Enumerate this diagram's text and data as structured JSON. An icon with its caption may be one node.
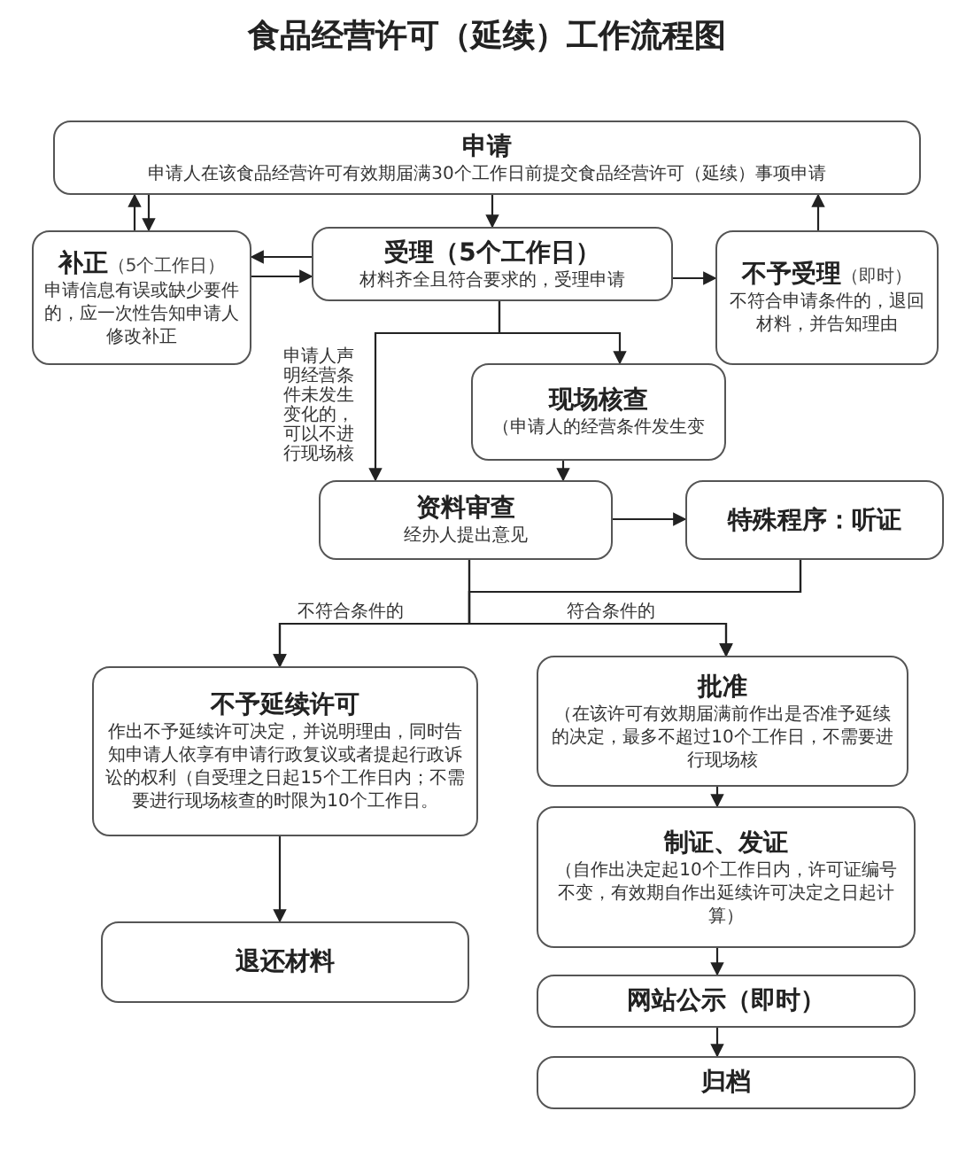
{
  "diagram": {
    "title": "食品经营许可（延续）工作流程图",
    "nodes": [
      {
        "text": [
          "申请",
          "申请人在该食品经营许可有效期届满30个工作日前提交食品经营许可（延续）事项申请"
        ]
      },
      {
        "text": [
          "补正",
          "（5个工作日）",
          "申请信息有误或缺少要件的，应一次性告知申请人修改补正"
        ]
      },
      {
        "text": [
          "受理（5个工作日）",
          "材料齐全且符合要求的，受理申请"
        ]
      },
      {
        "text": [
          "不予受理",
          "（即时）",
          "不符合申请条件的，退回材料，并告知理由"
        ]
      },
      {
        "text": [
          "现场核查",
          "（申请人的经营条件发生变"
        ]
      },
      {
        "text": [
          "资料审查",
          "经办人提出意见"
        ]
      },
      {
        "text": [
          "特殊程序：听证"
        ]
      },
      {
        "text": [
          "不予延续许可",
          "作出不予延续许可决定，并说明理由，同时告知申请人依享有申请行政复议或者提起行政诉讼的权利（自受理之日起15个工作日内；不需要进行现场核查的时限为10个工作日。"
        ]
      },
      {
        "text": [
          "批准",
          "（在该许可有效期届满前作出是否准予延续的决定，最多不超过10个工作日，不需要进行现场核"
        ]
      },
      {
        "text": [
          "制证、发证",
          "（自作出决定起10个工作日内，许可证编号不变，有效期自作出延续许可决定之日起计算）"
        ]
      },
      {
        "text": [
          "网站公示（即时）"
        ]
      },
      {
        "text": [
          "退还材料"
        ]
      },
      {
        "text": [
          "归档"
        ]
      }
    ],
    "edges": [
      {
        "from": 0,
        "to": 1,
        "arrow": "to"
      },
      {
        "from": 1,
        "to": 0,
        "arrow": "to"
      },
      {
        "from": 0,
        "to": 2,
        "arrow": "to"
      },
      {
        "from": 2,
        "to": 1,
        "arrow": "to"
      },
      {
        "from": 1,
        "to": 2,
        "arrow": "to"
      },
      {
        "from": 2,
        "to": 3,
        "arrow": "to"
      },
      {
        "from": 3,
        "to": 0,
        "arrow": "to"
      },
      {
        "from": 2,
        "to": 4,
        "arrow": "to"
      },
      {
        "from": 2,
        "to": 5,
        "arrow": "to",
        "label": "申请人声明经营条件未发生变化的，可以不进行现场核"
      },
      {
        "from": 4,
        "to": 5,
        "arrow": "to"
      },
      {
        "from": 5,
        "to": 6,
        "arrow": "to"
      },
      {
        "from": 5,
        "to": 7,
        "arrow": "to",
        "label": "不符合条件的"
      },
      {
        "from": 5,
        "to": 8,
        "arrow": "to",
        "label": "符合条件的"
      },
      {
        "from": 6,
        "to": 7,
        "arrow": "to"
      },
      {
        "from": 6,
        "to": 8,
        "arrow": "to"
      },
      {
        "from": 7,
        "to": 11,
        "arrow": "to"
      },
      {
        "from": 8,
        "to": 9,
        "arrow": "to"
      },
      {
        "from": 9,
        "to": 10,
        "arrow": "to"
      },
      {
        "from": 10,
        "to": 12,
        "arrow": "to"
      }
    ]
  }
}
